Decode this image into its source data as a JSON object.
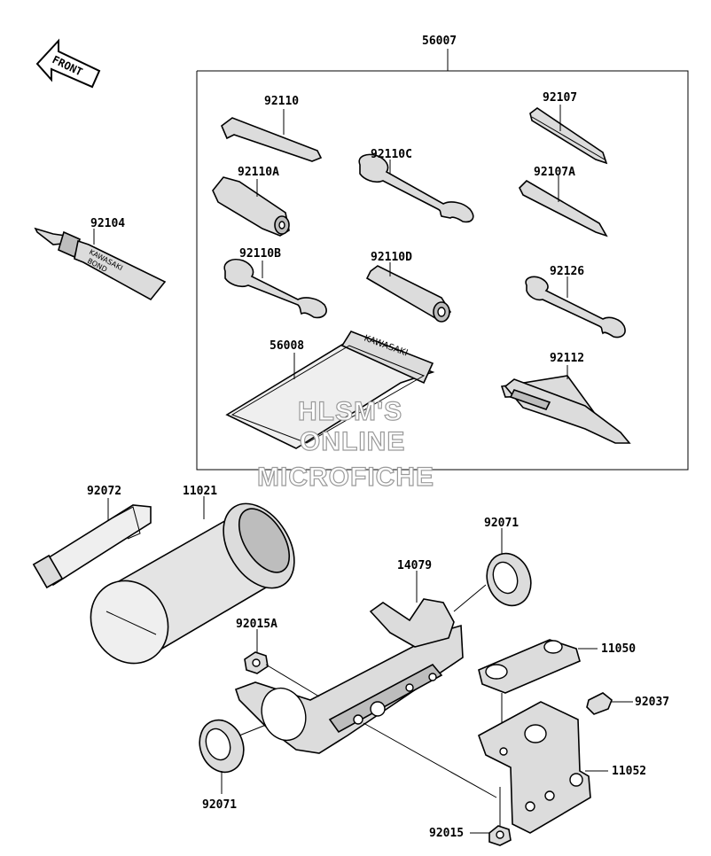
{
  "front_arrow": {
    "label": "FRONT"
  },
  "watermark": {
    "line1": "HLSM'S",
    "line2": "ONLINE",
    "line3": "MICROFICHE"
  },
  "bond_text": {
    "line1": "KAWASAKI",
    "line2": "BOND"
  },
  "pouch_text": "KAWASAKI",
  "parts": {
    "kit": "56007",
    "hex_key": "92110",
    "screwdriver": "92107",
    "box_wrench": "92110A",
    "wrench_c": "92110C",
    "screwdriver_bit": "92107A",
    "bond": "92104",
    "wrench_b": "92110B",
    "socket": "92110D",
    "wrench_small": "92126",
    "pouch": "56008",
    "pliers": "92112",
    "strap": "92072",
    "canister": "11021",
    "grommet_right": "92071",
    "bracket_main": "14079",
    "nut_a": "92015A",
    "plate": "11050",
    "clip": "92037",
    "bracket_small": "11052",
    "grommet_left": "92071",
    "nut": "92015"
  }
}
